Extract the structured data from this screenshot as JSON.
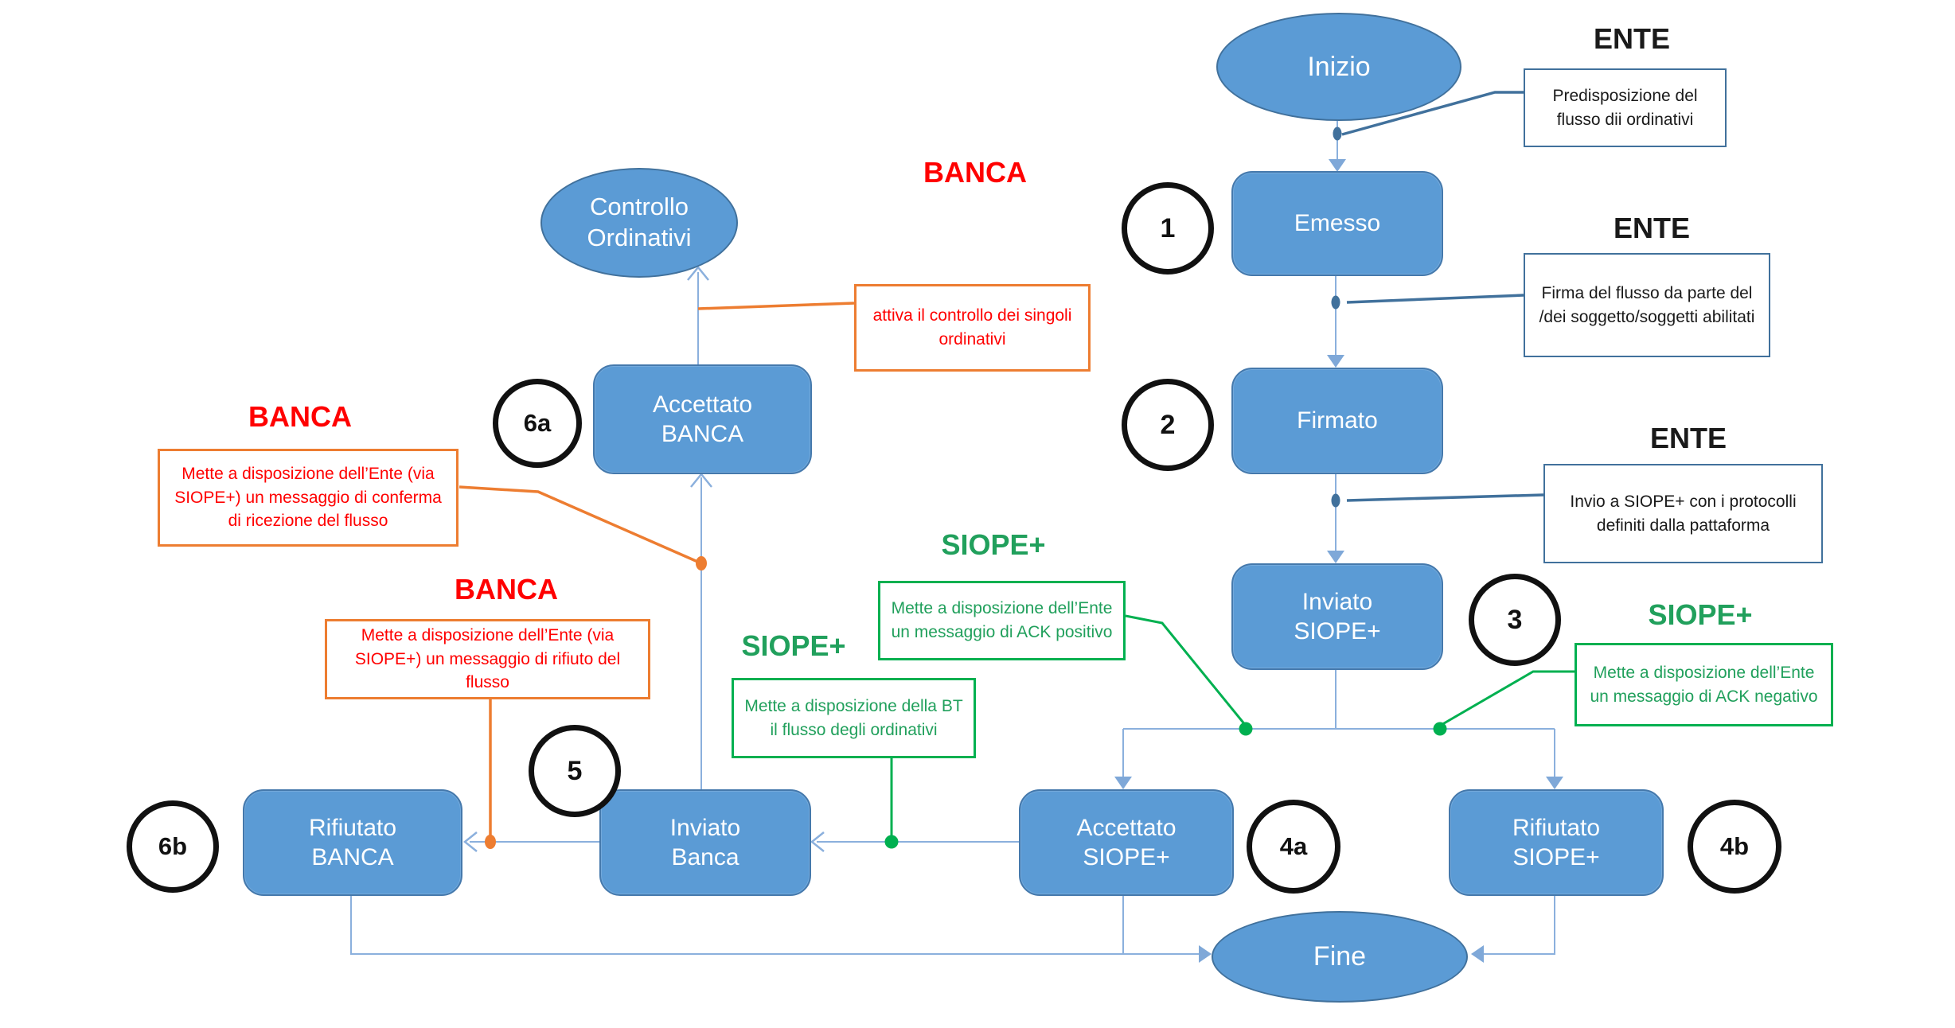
{
  "flowchart": {
    "nodes": {
      "inizio": {
        "l1": "Inizio"
      },
      "controllo": {
        "l1": "Controllo",
        "l2": "Ordinativi"
      },
      "emesso": {
        "l1": "Emesso"
      },
      "firmato": {
        "l1": "Firmato"
      },
      "inviato_siope": {
        "l1": "Inviato",
        "l2": "SIOPE+"
      },
      "accettato_banca": {
        "l1": "Accettato",
        "l2": "BANCA"
      },
      "inviato_banca": {
        "l1": "Inviato",
        "l2": "Banca"
      },
      "rifiutato_banca": {
        "l1": "Rifiutato",
        "l2": "BANCA"
      },
      "accettato_siope": {
        "l1": "Accettato",
        "l2": "SIOPE+"
      },
      "rifiutato_siope": {
        "l1": "Rifiutato",
        "l2": "SIOPE+"
      },
      "fine": {
        "l1": "Fine"
      }
    },
    "steps": {
      "s1": "1",
      "s2": "2",
      "s3": "3",
      "s4a": "4a",
      "s4b": "4b",
      "s5": "5",
      "s6a": "6a",
      "s6b": "6b"
    },
    "annotations": {
      "ente_predisposizione": {
        "actor": "ENTE",
        "text": "Predisposizione del flusso dii ordinativi"
      },
      "ente_firma": {
        "actor": "ENTE",
        "text": "Firma del flusso da parte del /dei soggetto/soggetti abilitati"
      },
      "ente_invio": {
        "actor": "ENTE",
        "text": "Invio a SIOPE+ con i protocolli definiti dalla pattaforma"
      },
      "banca_controllo": {
        "actor": "BANCA",
        "text": "attiva il controllo dei singoli ordinativi"
      },
      "banca_conferma": {
        "actor": "BANCA",
        "text": "Mette a disposizione dell’Ente (via SIOPE+) un messaggio di conferma di ricezione del flusso"
      },
      "banca_rifiuto": {
        "actor": "BANCA",
        "text": "Mette a disposizione dell’Ente (via SIOPE+) un messaggio di rifiuto del flusso"
      },
      "siope_ack_positivo": {
        "actor": "SIOPE+",
        "text": "Mette a disposizione dell’Ente un messaggio di ACK positivo"
      },
      "siope_bt": {
        "actor": "SIOPE+",
        "text": "Mette a disposizione della BT il flusso degli ordinativi"
      },
      "siope_ack_negativo": {
        "actor": "SIOPE+",
        "text": "Mette a disposizione dell’Ente un messaggio di ACK negativo"
      }
    },
    "colors": {
      "node_fill": "#5B9BD5",
      "node_border": "#41719C",
      "flow_line": "#8BB0DD",
      "ente_accent": "#41719C",
      "banca_accent": "#ED7D31",
      "banca_text": "#FF0000",
      "siope_accent": "#00B050",
      "step_border": "#111111"
    }
  }
}
